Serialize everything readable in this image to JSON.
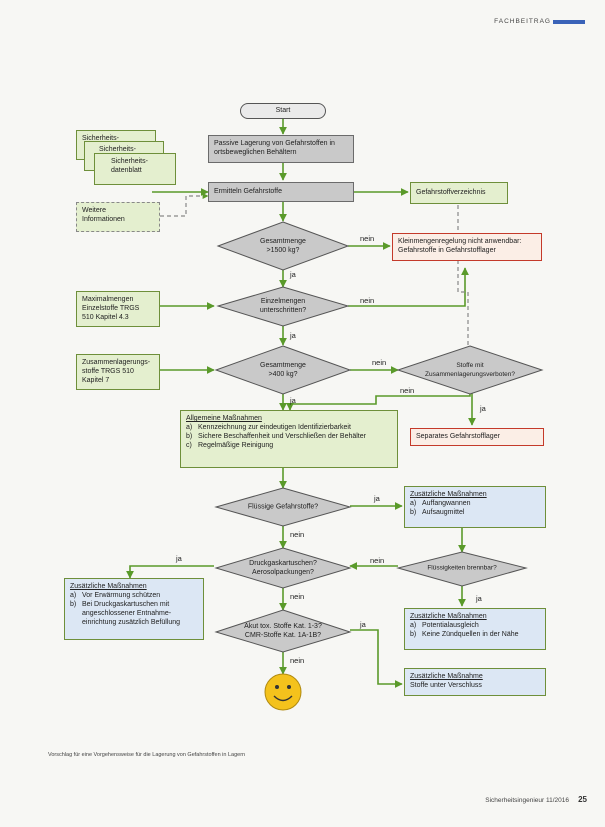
{
  "header": {
    "label": "FACHBEITRAG"
  },
  "start": "Start",
  "nodes": {
    "passive": "Passive Lagerung von Gefahrstoffen in ortsbeweglichen Behältern",
    "ermitteln": "Ermitteln Gefahrstoffe",
    "verzeichnis": "Gefahrstoffverzeichnis",
    "kleinmengen": "Kleinmengenregelung nicht anwendbar: Gefahrstoffe in Gefahrstofflager",
    "separates": "Separates Gefahrstofflager"
  },
  "docs": {
    "sdb1": "Sicherheits-",
    "sdb2": "Sicherheits-",
    "sdb3_line1": "Sicherheits-",
    "sdb3_line2": "datenblatt",
    "weitere_line1": "Weitere",
    "weitere_line2": "Informationen",
    "max_line1": "Maximalmengen",
    "max_line2": "Einzelstoffe TRGS",
    "max_line3": "510 Kapitel 4.3",
    "zus_line1": "Zusammenlagerungs-",
    "zus_line2": "stoffe TRGS 510",
    "zus_line3": "Kapitel 7"
  },
  "decisions": {
    "d1_line1": "Gesamtmenge",
    "d1_line2": ">1500 kg?",
    "d2_line1": "Einzelmengen",
    "d2_line2": "unterschritten?",
    "d3_line1": "Gesamtmenge",
    "d3_line2": ">400 kg?",
    "d4_line1": "Stoffe mit",
    "d4_line2": "Zusammenlagerungsverboten?",
    "d5": "Flüssige Gefahrstoffe?",
    "d6_line1": "Druckgaskartuschen?",
    "d6_line2": "Aerosolpackungen?",
    "d7_line1": "Flüssigkeiten brennbar?",
    "d8_line1": "Akut tox. Stoffe Kat. 1-3?",
    "d8_line2": "CMR-Stoffe Kat. 1A-1B?"
  },
  "measures": {
    "allgemein": {
      "title": "Allgemeine Maßnahmen",
      "items": [
        {
          "k": "a)",
          "t": "Kennzeichnung zur eindeutigen Identifizierbarkeit"
        },
        {
          "k": "b)",
          "t": "Sichere Beschaffenheit und Verschließen der Behälter"
        },
        {
          "k": "c)",
          "t": "Regelmäßige Reinigung"
        }
      ]
    },
    "z1": {
      "title": "Zusätzliche Maßnahmen",
      "items": [
        {
          "k": "a)",
          "t": "Auffangwannen"
        },
        {
          "k": "b)",
          "t": "Aufsaugmittel"
        }
      ]
    },
    "z2": {
      "title": "Zusätzliche Maßnahmen",
      "items": [
        {
          "k": "a)",
          "t": "Vor Erwärmung schützen"
        },
        {
          "k": "b)",
          "t": "Bei Druckgaskartuschen mit angeschlossener Entnahme-einrichtung zusätzlich Befüllung"
        }
      ]
    },
    "z3": {
      "title": "Zusätzliche Maßnahmen",
      "items": [
        {
          "k": "a)",
          "t": "Potentialausgleich"
        },
        {
          "k": "b)",
          "t": "Keine Zündquellen in der Nähe"
        }
      ]
    },
    "z4": {
      "title": "Zusätzliche Maßnahme",
      "text": "Stoffe unter Verschluss"
    }
  },
  "edges": {
    "ja": "ja",
    "nein": "nein"
  },
  "caption": "Vorschlag für eine Vorgehensweise für die Lagerung von Gefahrstoffen in Lagern",
  "footer": {
    "journal": "Sicherheitsingenieur 11/2016",
    "page": "25"
  },
  "colors": {
    "arrow": "#5a9a2a",
    "grey": "#c9c9c9",
    "green_box": "#e4efcf",
    "red_border": "#c43a2a",
    "blue_box": "#dce7f4",
    "smiley": "#f4c21c"
  }
}
